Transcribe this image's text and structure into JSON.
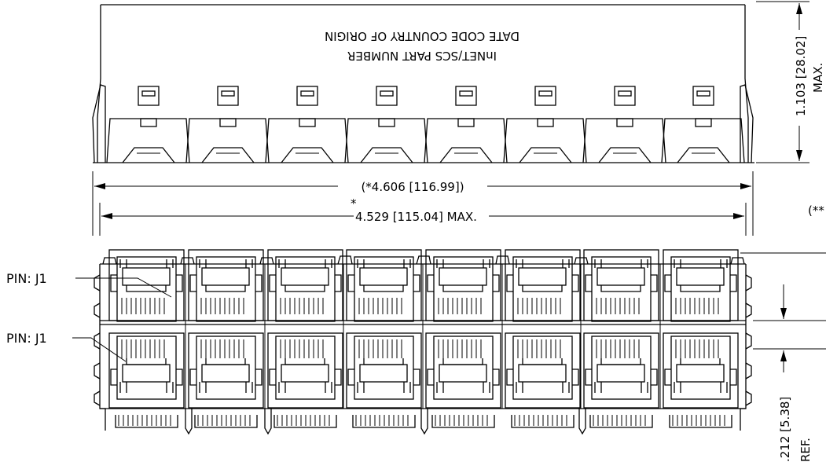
{
  "top_view": {
    "marking_line1": "DATE CODE COUNTRY OF ORIGIN",
    "marking_line2": "InNET/SCS PART NUMBER",
    "height_dim": "1.103 [28.02]",
    "height_note": "MAX."
  },
  "dimensions": {
    "overall_ref": "(*4.606 [116.99])",
    "asterisk": "*",
    "body_width": "4.529 [115.04] MAX.",
    "right_partial": "(**",
    "bottom_ref_value": ".212 [5.38]",
    "bottom_ref_note": "REF."
  },
  "front_view": {
    "pin_label_top": "PIN: J1",
    "pin_label_bottom": "PIN: J1"
  }
}
